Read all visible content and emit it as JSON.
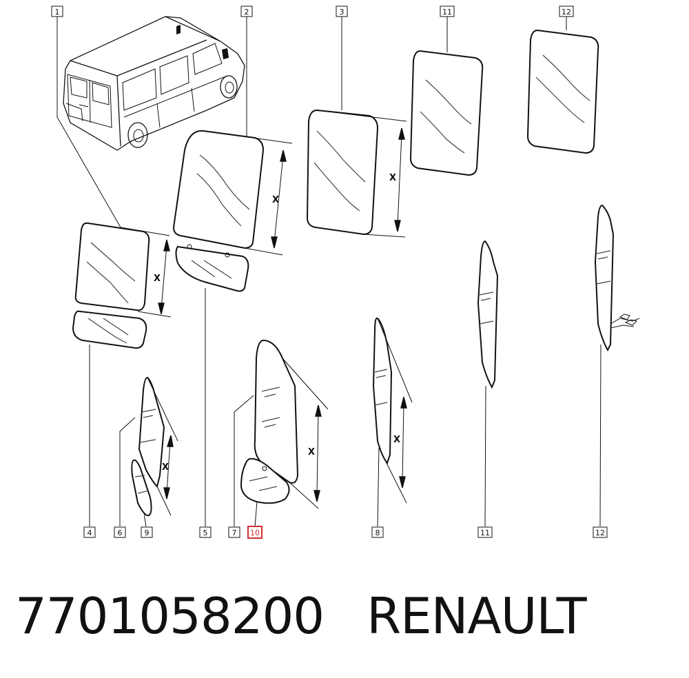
{
  "diagram": {
    "callouts_top": [
      "1",
      "2",
      "3",
      "11",
      "12"
    ],
    "callouts_bottom": [
      "4",
      "6",
      "9",
      "5",
      "7",
      "10",
      "8",
      "11",
      "12"
    ],
    "selected_callout": "10",
    "dimension_label": "X"
  },
  "footer": {
    "part_number": "7701058200",
    "brand": "RENAULT"
  },
  "colors": {
    "line": "#111111",
    "highlight": "#d32f2f",
    "background": "#ffffff"
  }
}
